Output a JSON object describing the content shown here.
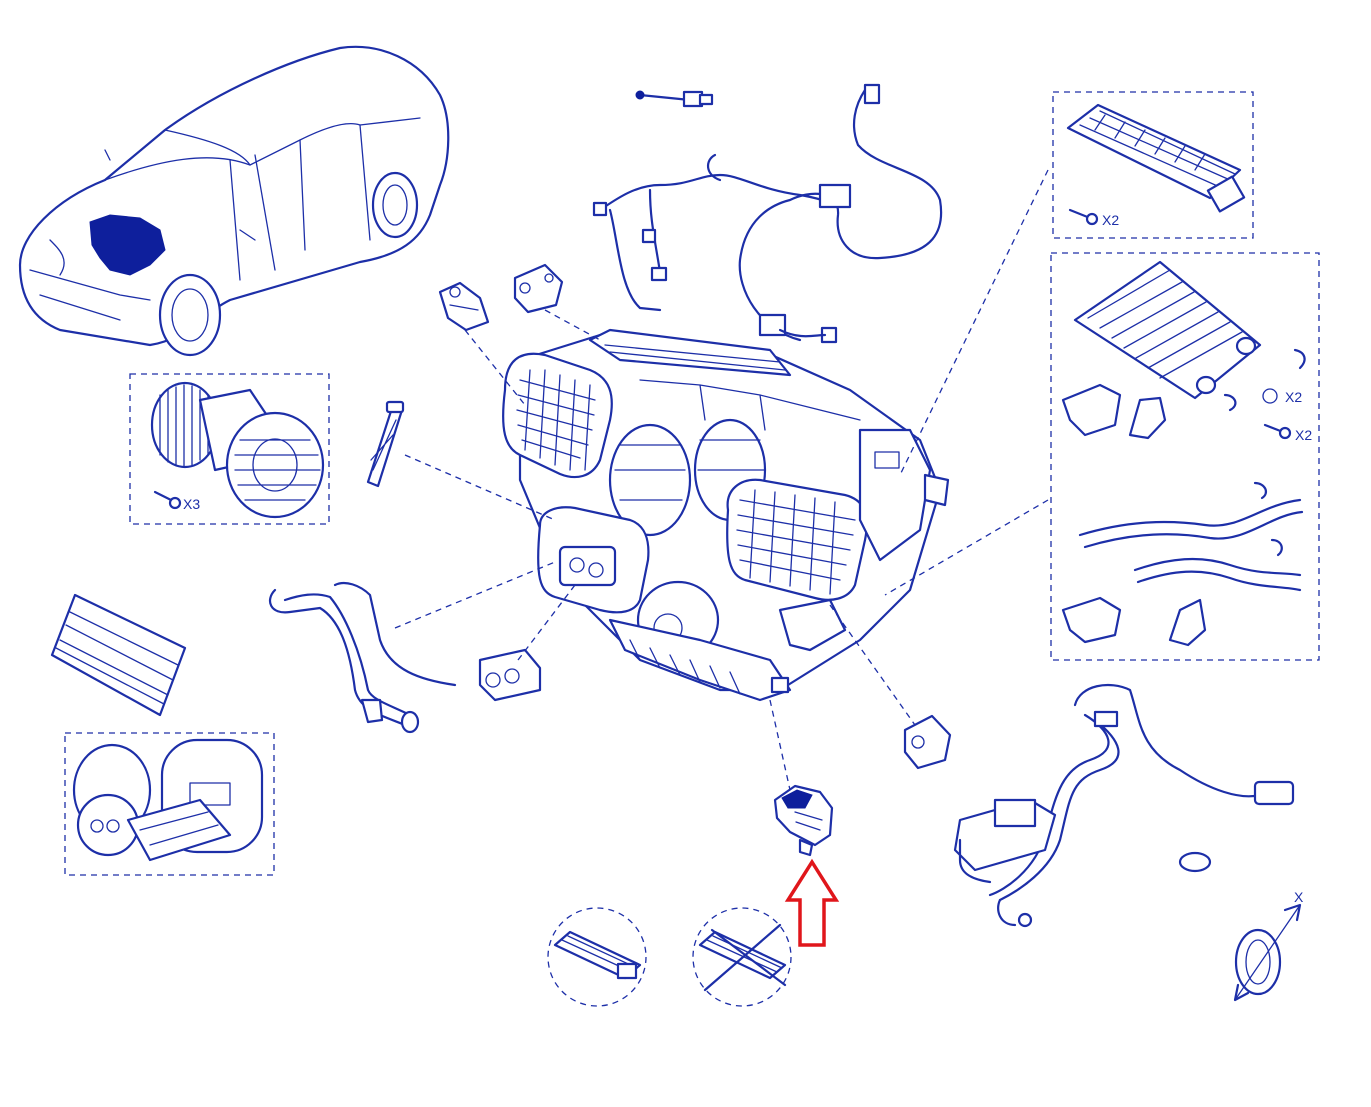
{
  "colors": {
    "ink": "#1d2fa8",
    "solid": "#0e1f9c",
    "pointer": "#e0161b",
    "background": "#ffffff"
  },
  "labels": {
    "q_blower_screws": "X3",
    "q_resistor_screws": "X2",
    "q_heater_seals": "X2",
    "q_heater_screws": "X2",
    "axis_x": "X"
  },
  "highlighted_part": "blower-control-module",
  "pointer": {
    "direction": "up",
    "shape": "outlined-arrow"
  }
}
